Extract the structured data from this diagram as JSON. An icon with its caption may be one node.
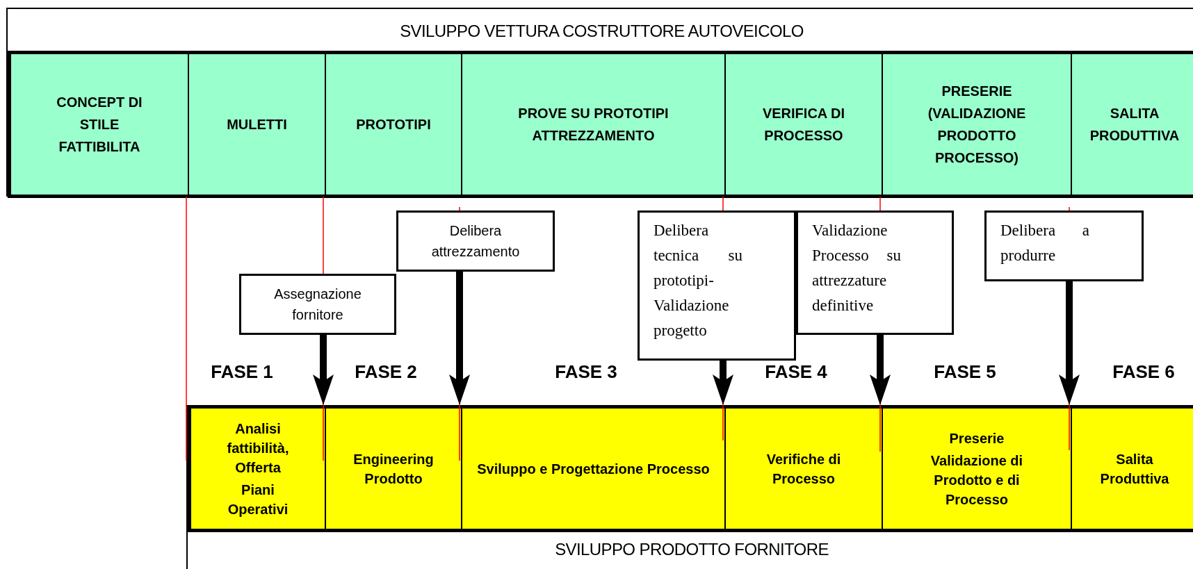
{
  "diagram": {
    "nodes": [
      {
        "text": [
          "SVILUPPO VETTURA COSTRUTTORE AUTOVEICOLO"
        ]
      },
      {
        "text": [
          "CONCEPT DI STILE FATTIBILITA"
        ],
        "in": 0
      },
      {
        "text": [
          "MULETTI"
        ],
        "in": 0
      },
      {
        "text": [
          "PROTOTIPI"
        ],
        "in": 0
      },
      {
        "text": [
          "PROVE SU PROTOTIPI ATTREZZAMENTO"
        ],
        "in": 0
      },
      {
        "text": [
          "VERIFICA DI PROCESSO"
        ],
        "in": 0
      },
      {
        "text": [
          "PRESERIE (VALIDAZIONE PRODOTTO PROCESSO)"
        ],
        "in": 0
      },
      {
        "text": [
          "SALITA PRODUTTIVA"
        ],
        "in": 0
      },
      {
        "text": [
          "Assegnazione fornitore"
        ]
      },
      {
        "text": [
          "Delibera attrezzamento"
        ]
      },
      {
        "text": [
          "Delibera tecnica su prototipi- Validazione progetto"
        ]
      },
      {
        "text": [
          "Validazione Processo su attrezzature definitive"
        ]
      },
      {
        "text": [
          "Delibera a produrre"
        ]
      },
      {
        "text": [
          "SVILUPPO PRODOTTO FORNITORE"
        ]
      },
      {
        "text": [
          "Analisi fattibilità, Offerta",
          "Piani Operativi"
        ],
        "in": 13
      },
      {
        "text": [
          "Engineering Prodotto"
        ],
        "in": 13
      },
      {
        "text": [
          "Sviluppo e Progettazione Processo"
        ],
        "in": 13
      },
      {
        "text": [
          "Verifiche di Processo"
        ],
        "in": 13
      },
      {
        "text": [
          "Preserie",
          "Validazione di Prodotto e di Processo"
        ],
        "in": 13
      },
      {
        "text": [
          "Salita Produttiva"
        ],
        "in": 13
      }
    ],
    "edges": [
      {
        "from": 8,
        "to": 15,
        "arrow": "to"
      },
      {
        "from": 9,
        "to": 16,
        "arrow": "to"
      },
      {
        "from": 10,
        "to": 17,
        "arrow": "to"
      },
      {
        "from": 11,
        "to": 18,
        "arrow": "to"
      },
      {
        "from": 12,
        "to": 19,
        "arrow": "to"
      }
    ],
    "labels": [
      "FASE 1",
      "FASE 2",
      "FASE 3",
      "FASE 4",
      "FASE 5",
      "FASE 6"
    ]
  }
}
